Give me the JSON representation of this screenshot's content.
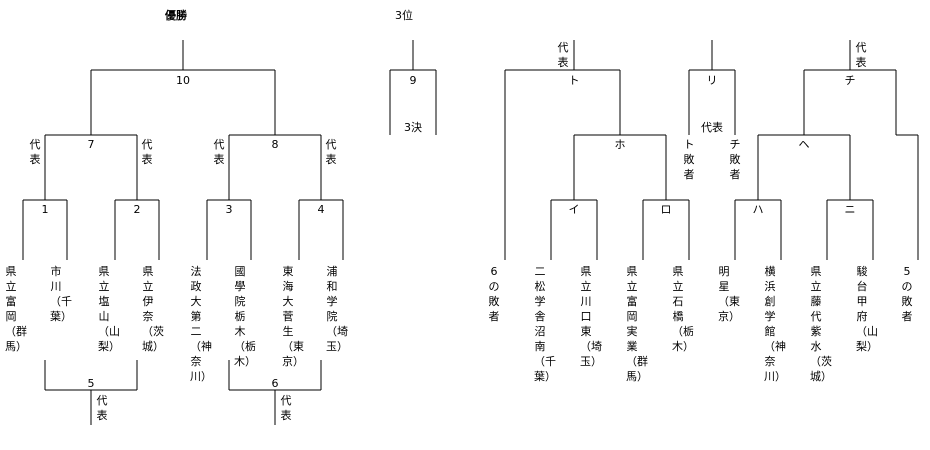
{
  "title_champion": "優勝",
  "title_third": "3位",
  "daihyo": "代表",
  "matches": {
    "m1": "1",
    "m2": "2",
    "m3": "3",
    "m4": "4",
    "m5": "5",
    "m6": "6",
    "m7": "7",
    "m8": "8",
    "m9": "9",
    "m10": "10",
    "i": "イ",
    "ro": "ロ",
    "ha": "ハ",
    "ni": "ニ",
    "ho": "ホ",
    "he": "ヘ",
    "to": "ト",
    "chi": "チ",
    "ri": "リ"
  },
  "third_place_label": "3決",
  "loser_to": "ト敗者",
  "loser_chi": "チ敗者",
  "loser_6": "6の敗者",
  "loser_5": "5の敗者",
  "teams": {
    "t1": "県立富岡（群馬）",
    "t2": "市川（千葉）",
    "t3": "県立塩山（山梨）",
    "t4": "県立伊奈（茨城）",
    "t5": "法政大第二（神奈川）",
    "t6": "國學院栃木（栃木）",
    "t7": "東海大菅生（東京）",
    "t8": "浦和学院（埼玉）",
    "t9": "二松学舎沼南（千葉）",
    "t10": "県立川口東（埼玉）",
    "t11": "県立富岡実業（群馬）",
    "t12": "県立石橋（栃木）",
    "t13": "明星（東京）",
    "t14": "横浜創学館（神奈川）",
    "t15": "県立藤代紫水（茨城）",
    "t16": "駿台甲府（山梨）"
  }
}
